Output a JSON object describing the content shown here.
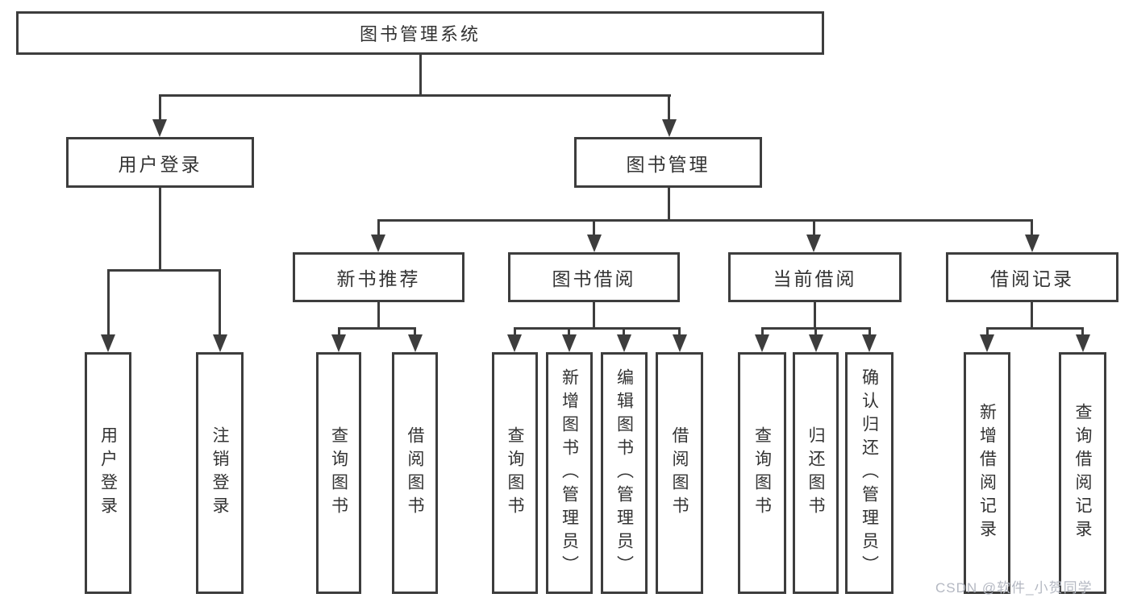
{
  "colors": {
    "line": "#3d3d3d",
    "text": "#333333",
    "background": "#ffffff",
    "watermark": "#b4b8c2"
  },
  "watermark": "CSDN @软件_小贺同学",
  "tree": {
    "label": "图书管理系统",
    "children": [
      {
        "label": "用户登录",
        "children": [
          {
            "label": "用户登录"
          },
          {
            "label": "注销登录"
          }
        ]
      },
      {
        "label": "图书管理",
        "children": [
          {
            "label": "新书推荐",
            "children": [
              {
                "label": "查询图书"
              },
              {
                "label": "借阅图书"
              }
            ]
          },
          {
            "label": "图书借阅",
            "children": [
              {
                "label": "查询图书"
              },
              {
                "label": "新增图书（管理员）"
              },
              {
                "label": "编辑图书（管理员）"
              },
              {
                "label": "借阅图书"
              }
            ]
          },
          {
            "label": "当前借阅",
            "children": [
              {
                "label": "查询图书"
              },
              {
                "label": "归还图书"
              },
              {
                "label": "确认归还（管理员）"
              }
            ]
          },
          {
            "label": "借阅记录",
            "children": [
              {
                "label": "新增借阅记录"
              },
              {
                "label": "查询借阅记录"
              }
            ]
          }
        ]
      }
    ]
  }
}
